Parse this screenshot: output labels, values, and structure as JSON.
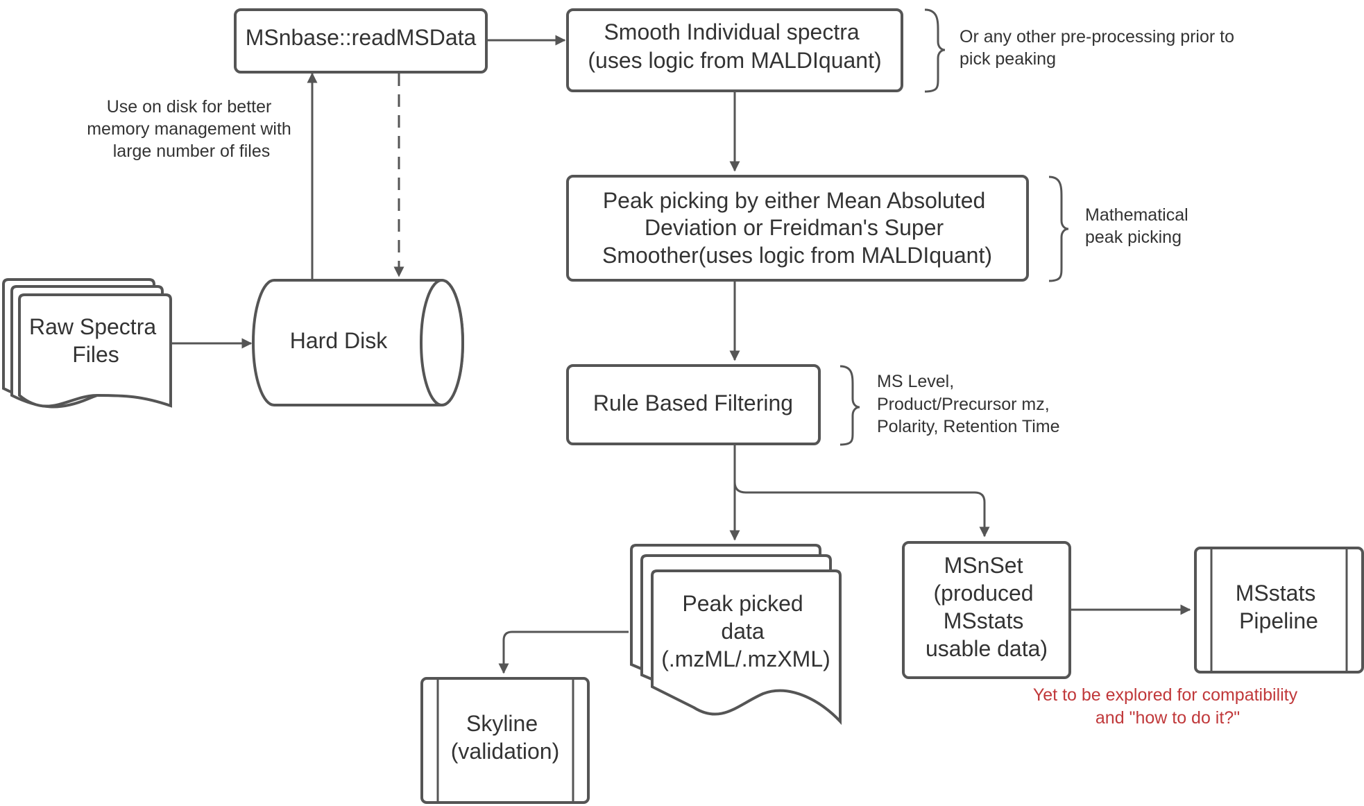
{
  "nodes": {
    "read": {
      "lines": [
        "MSnbase::readMSData"
      ]
    },
    "smooth": {
      "lines": [
        "Smooth Individual spectra",
        "(uses logic from MALDIquant)"
      ]
    },
    "peak_picking": {
      "lines": [
        "Peak picking by either Mean Absoluted",
        "Deviation or Freidman's Super",
        "Smoother(uses logic from MALDIquant)"
      ]
    },
    "raw_files": {
      "lines": [
        "Raw Spectra",
        "Files"
      ]
    },
    "hard_disk": {
      "lines": [
        "Hard Disk"
      ]
    },
    "filtering": {
      "lines": [
        "Rule Based Filtering"
      ]
    },
    "peak_data": {
      "lines": [
        "Peak picked",
        "data",
        "(.mzML/.mzXML)"
      ]
    },
    "msnset": {
      "lines": [
        "MSnSet",
        "(produced",
        "MSstats",
        "usable data)"
      ]
    },
    "msstats": {
      "lines": [
        "MSstats",
        "Pipeline"
      ]
    },
    "skyline": {
      "lines": [
        "Skyline",
        "(validation)"
      ]
    }
  },
  "notes": {
    "on_disk": [
      "Use on disk for better",
      "memory management with",
      "large number of files"
    ],
    "preprocessing": [
      "Or any other pre-processing prior to",
      "pick peaking"
    ],
    "mathematical": [
      "Mathematical",
      "peak picking"
    ],
    "filters": [
      "MS Level,",
      "Product/Precursor mz,",
      "Polarity, Retention Time"
    ],
    "compatibility": [
      "Yet to be explored for compatibility",
      "and \"how to do it?\""
    ]
  },
  "colors": {
    "stroke": "#555555",
    "text": "#333333",
    "warning_text": "#c0383a",
    "background": "#ffffff"
  }
}
